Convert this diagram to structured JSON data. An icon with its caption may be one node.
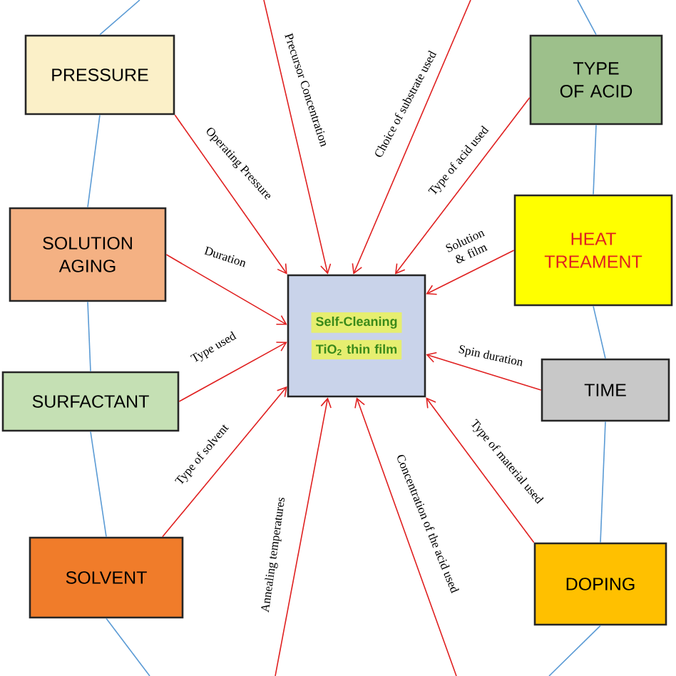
{
  "diagram": {
    "nodes": [
      {
        "text": [
          "PRESSURE"
        ]
      },
      {
        "text": [
          "TYPE OF ACID"
        ]
      },
      {
        "text": [
          "HEAT TREAMENT"
        ]
      },
      {
        "text": [
          "SOLUTION AGING"
        ]
      },
      {
        "text": [
          "Self-Cleaning",
          "TiO$_{2}$ thin film"
        ]
      },
      {
        "text": [
          "TIME"
        ]
      },
      {
        "text": [
          "SURFACTANT"
        ]
      },
      {
        "text": [
          "SOLVENT"
        ]
      },
      {
        "text": [
          "DOPING"
        ]
      }
    ],
    "edges": [
      {
        "from": 0,
        "to": 4,
        "arrow": "to",
        "label": "Operating Pressure"
      },
      {
        "from": null,
        "to": 4,
        "arrow": "to",
        "label": "Precursor Concentration"
      },
      {
        "from": 3,
        "to": 4,
        "arrow": "to",
        "label": "Duration"
      },
      {
        "from": null,
        "to": 4,
        "arrow": "to",
        "label": "Choice of substrate used"
      },
      {
        "from": 1,
        "to": 4,
        "arrow": "to",
        "label": "Type of acid used"
      },
      {
        "from": 2,
        "to": 4,
        "arrow": "to",
        "label": "Solution & film"
      },
      {
        "from": 6,
        "to": 4,
        "arrow": "to",
        "label": "Type used"
      },
      {
        "from": 7,
        "to": 4,
        "arrow": "to",
        "label": "Type of solvent"
      },
      {
        "from": 5,
        "to": 4,
        "arrow": "to",
        "label": "Spin duration"
      },
      {
        "from": 8,
        "to": 4,
        "arrow": "to",
        "label": "Type of material used"
      },
      {
        "from": null,
        "to": 4,
        "arrow": "to",
        "label": "Concentration of the acid used"
      },
      {
        "from": null,
        "to": 4,
        "arrow": "to",
        "label": "Annealing temperatures"
      },
      {
        "from": 0,
        "to": null,
        "arrow": "none",
        "color": "#5b9bd5"
      },
      {
        "from": 0,
        "to": 3,
        "arrow": "none",
        "color": "#5b9bd5"
      },
      {
        "from": 3,
        "to": 6,
        "arrow": "none",
        "color": "#5b9bd5"
      },
      {
        "from": 6,
        "to": 7,
        "arrow": "none",
        "color": "#5b9bd5"
      },
      {
        "from": 7,
        "to": null,
        "arrow": "none",
        "color": "#5b9bd5"
      },
      {
        "from": 1,
        "to": null,
        "arrow": "none",
        "color": "#5b9bd5"
      },
      {
        "from": 1,
        "to": 2,
        "arrow": "none",
        "color": "#5b9bd5"
      },
      {
        "from": 2,
        "to": 5,
        "arrow": "none",
        "color": "#5b9bd5"
      },
      {
        "from": 5,
        "to": 8,
        "arrow": "none",
        "color": "#5b9bd5"
      },
      {
        "from": 8,
        "to": null,
        "arrow": "none",
        "color": "#5b9bd5"
      }
    ]
  }
}
